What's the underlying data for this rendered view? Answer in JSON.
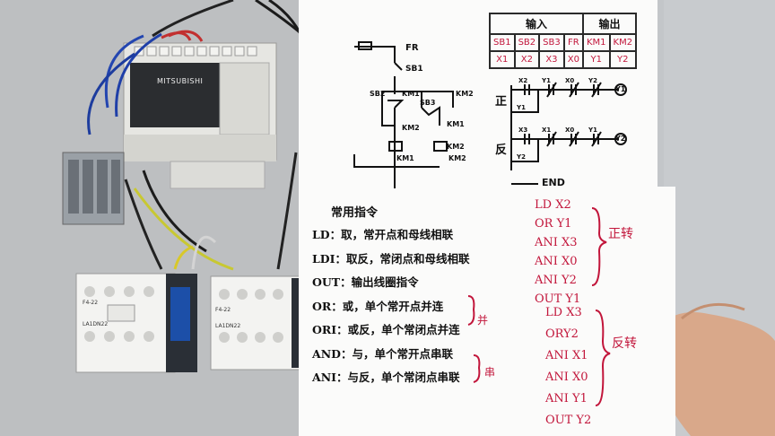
{
  "io_table": {
    "input_header": "输入",
    "output_header": "输出",
    "row1": [
      "SB1",
      "SB2",
      "SB3",
      "FR",
      "KM1",
      "KM2"
    ],
    "row2": [
      "X1",
      "X2",
      "X3",
      "X0",
      "Y1",
      "Y2"
    ]
  },
  "plc": {
    "brand": "MITSUBISHI"
  },
  "contactor": {
    "model_left": "LA1DN22",
    "model_right": "LA1DN22",
    "tag_left": "F4-22",
    "tag_right": "F4-22"
  },
  "circuit_labels": {
    "fr": "FR",
    "sb1": "SB1",
    "sb2": "SB2",
    "sb3": "SB3",
    "km1_contact": "KM1",
    "km2_contact": "KM2",
    "km2_lock": "KM2",
    "km1_lock": "KM1",
    "km1_coil": "KM1",
    "km2_coil": "KM2",
    "km2_aux": "KM2"
  },
  "ladder": {
    "forward_label": "正",
    "reverse_label": "反",
    "r1_c1": "X2",
    "r1_c2": "Y1",
    "r1_c3": "X0",
    "r1_c4": "Y2",
    "r1_coil": "Y1",
    "r1_branch": "Y1",
    "r2_c1": "X3",
    "r2_c2": "X1",
    "r2_c3": "X0",
    "r2_c4": "Y1",
    "r2_coil": "Y2",
    "r2_branch": "Y2",
    "end": "END"
  },
  "notes": {
    "title": "常用指令",
    "items": [
      "LD：取，常开点和母线相联",
      "LDI：取反，常闭点和母线相联",
      "OUT：输出线圈指令",
      "OR：或，单个常开点并连",
      "ORI：或反，单个常闭点并连",
      "AND：与，单个常开点串联",
      "ANI：与反，单个常闭点串联"
    ],
    "side_parallel": "并",
    "side_series": "串"
  },
  "program": {
    "forward": [
      "LD X2",
      "OR Y1",
      "ANI X3",
      "ANI X0",
      "ANI Y2",
      "OUT Y1"
    ],
    "reverse": [
      "LD X3",
      "ORY2",
      "ANI X1",
      "ANI X0",
      "ANI Y1",
      "OUT Y2"
    ],
    "forward_label": "正转",
    "reverse_label": "反转"
  }
}
